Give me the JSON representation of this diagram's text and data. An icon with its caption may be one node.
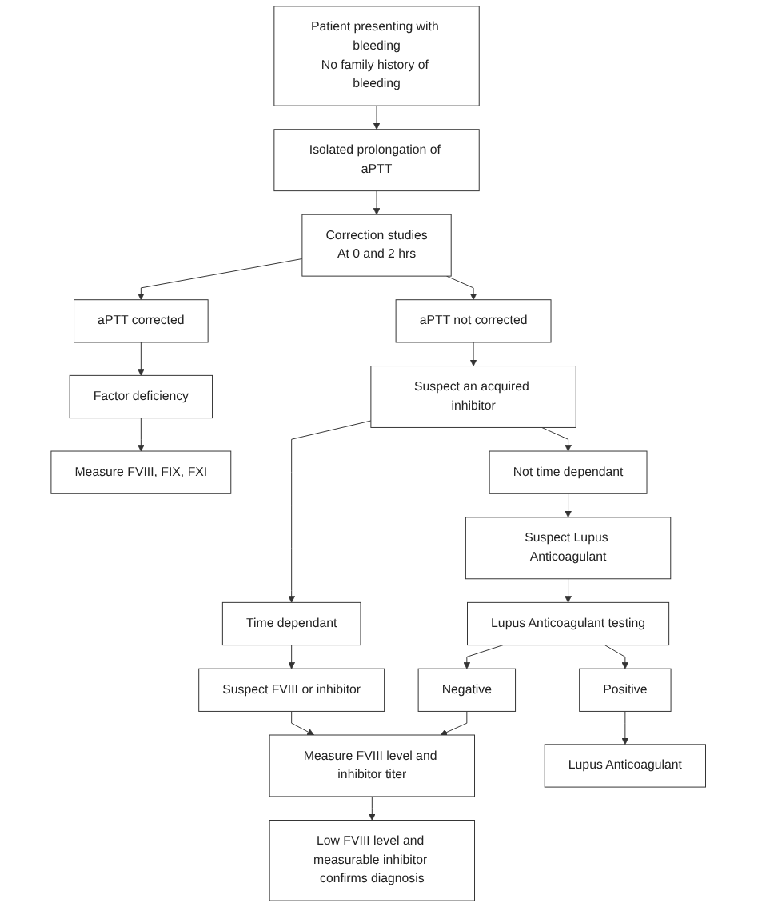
{
  "diagram": {
    "nodes": [
      {
        "text": [
          "Patient presenting with bleeding",
          "No family history of bleeding"
        ]
      },
      {
        "text": [
          "Isolated prolongation of aPTT"
        ]
      },
      {
        "text": [
          "Correction studies",
          "At 0 and 2 hrs"
        ]
      },
      {
        "text": [
          "aPTT corrected"
        ]
      },
      {
        "text": [
          "aPTT not corrected"
        ]
      },
      {
        "text": [
          "Factor deficiency"
        ]
      },
      {
        "text": [
          "Suspect an acquired inhibitor"
        ]
      },
      {
        "text": [
          "Measure FVIII, FIX, FXI"
        ]
      },
      {
        "text": [
          "Time dependant"
        ]
      },
      {
        "text": [
          "Not time dependant"
        ]
      },
      {
        "text": [
          "Suspect FVIII or inhibitor"
        ]
      },
      {
        "text": [
          "Suspect Lupus Anticoagulant"
        ]
      },
      {
        "text": [
          "Lupus Anticoagulant testing"
        ]
      },
      {
        "text": [
          "Negative"
        ]
      },
      {
        "text": [
          "Positive"
        ]
      },
      {
        "text": [
          "Measure FVIII level and inhibitor titer"
        ]
      },
      {
        "text": [
          "Lupus Anticoagulant"
        ]
      },
      {
        "text": [
          "Low FVIII level and measurable inhibitor confirms diagnosis"
        ]
      }
    ],
    "edges": [
      {
        "from": 0,
        "to": 1,
        "arrow": "to"
      },
      {
        "from": 1,
        "to": 2,
        "arrow": "to"
      },
      {
        "from": 2,
        "to": 3,
        "arrow": "to"
      },
      {
        "from": 2,
        "to": 4,
        "arrow": "to"
      },
      {
        "from": 3,
        "to": 5,
        "arrow": "to"
      },
      {
        "from": 5,
        "to": 7,
        "arrow": "to"
      },
      {
        "from": 4,
        "to": 6,
        "arrow": "to"
      },
      {
        "from": 6,
        "to": 8,
        "arrow": "to"
      },
      {
        "from": 6,
        "to": 9,
        "arrow": "to"
      },
      {
        "from": 8,
        "to": 10,
        "arrow": "to"
      },
      {
        "from": 9,
        "to": 11,
        "arrow": "to"
      },
      {
        "from": 11,
        "to": 12,
        "arrow": "to"
      },
      {
        "from": 12,
        "to": 13,
        "arrow": "to"
      },
      {
        "from": 12,
        "to": 14,
        "arrow": "to"
      },
      {
        "from": 10,
        "to": 15,
        "arrow": "to"
      },
      {
        "from": 13,
        "to": 15,
        "arrow": "to"
      },
      {
        "from": 14,
        "to": 16,
        "arrow": "to"
      },
      {
        "from": 15,
        "to": 17,
        "arrow": "to"
      }
    ]
  }
}
